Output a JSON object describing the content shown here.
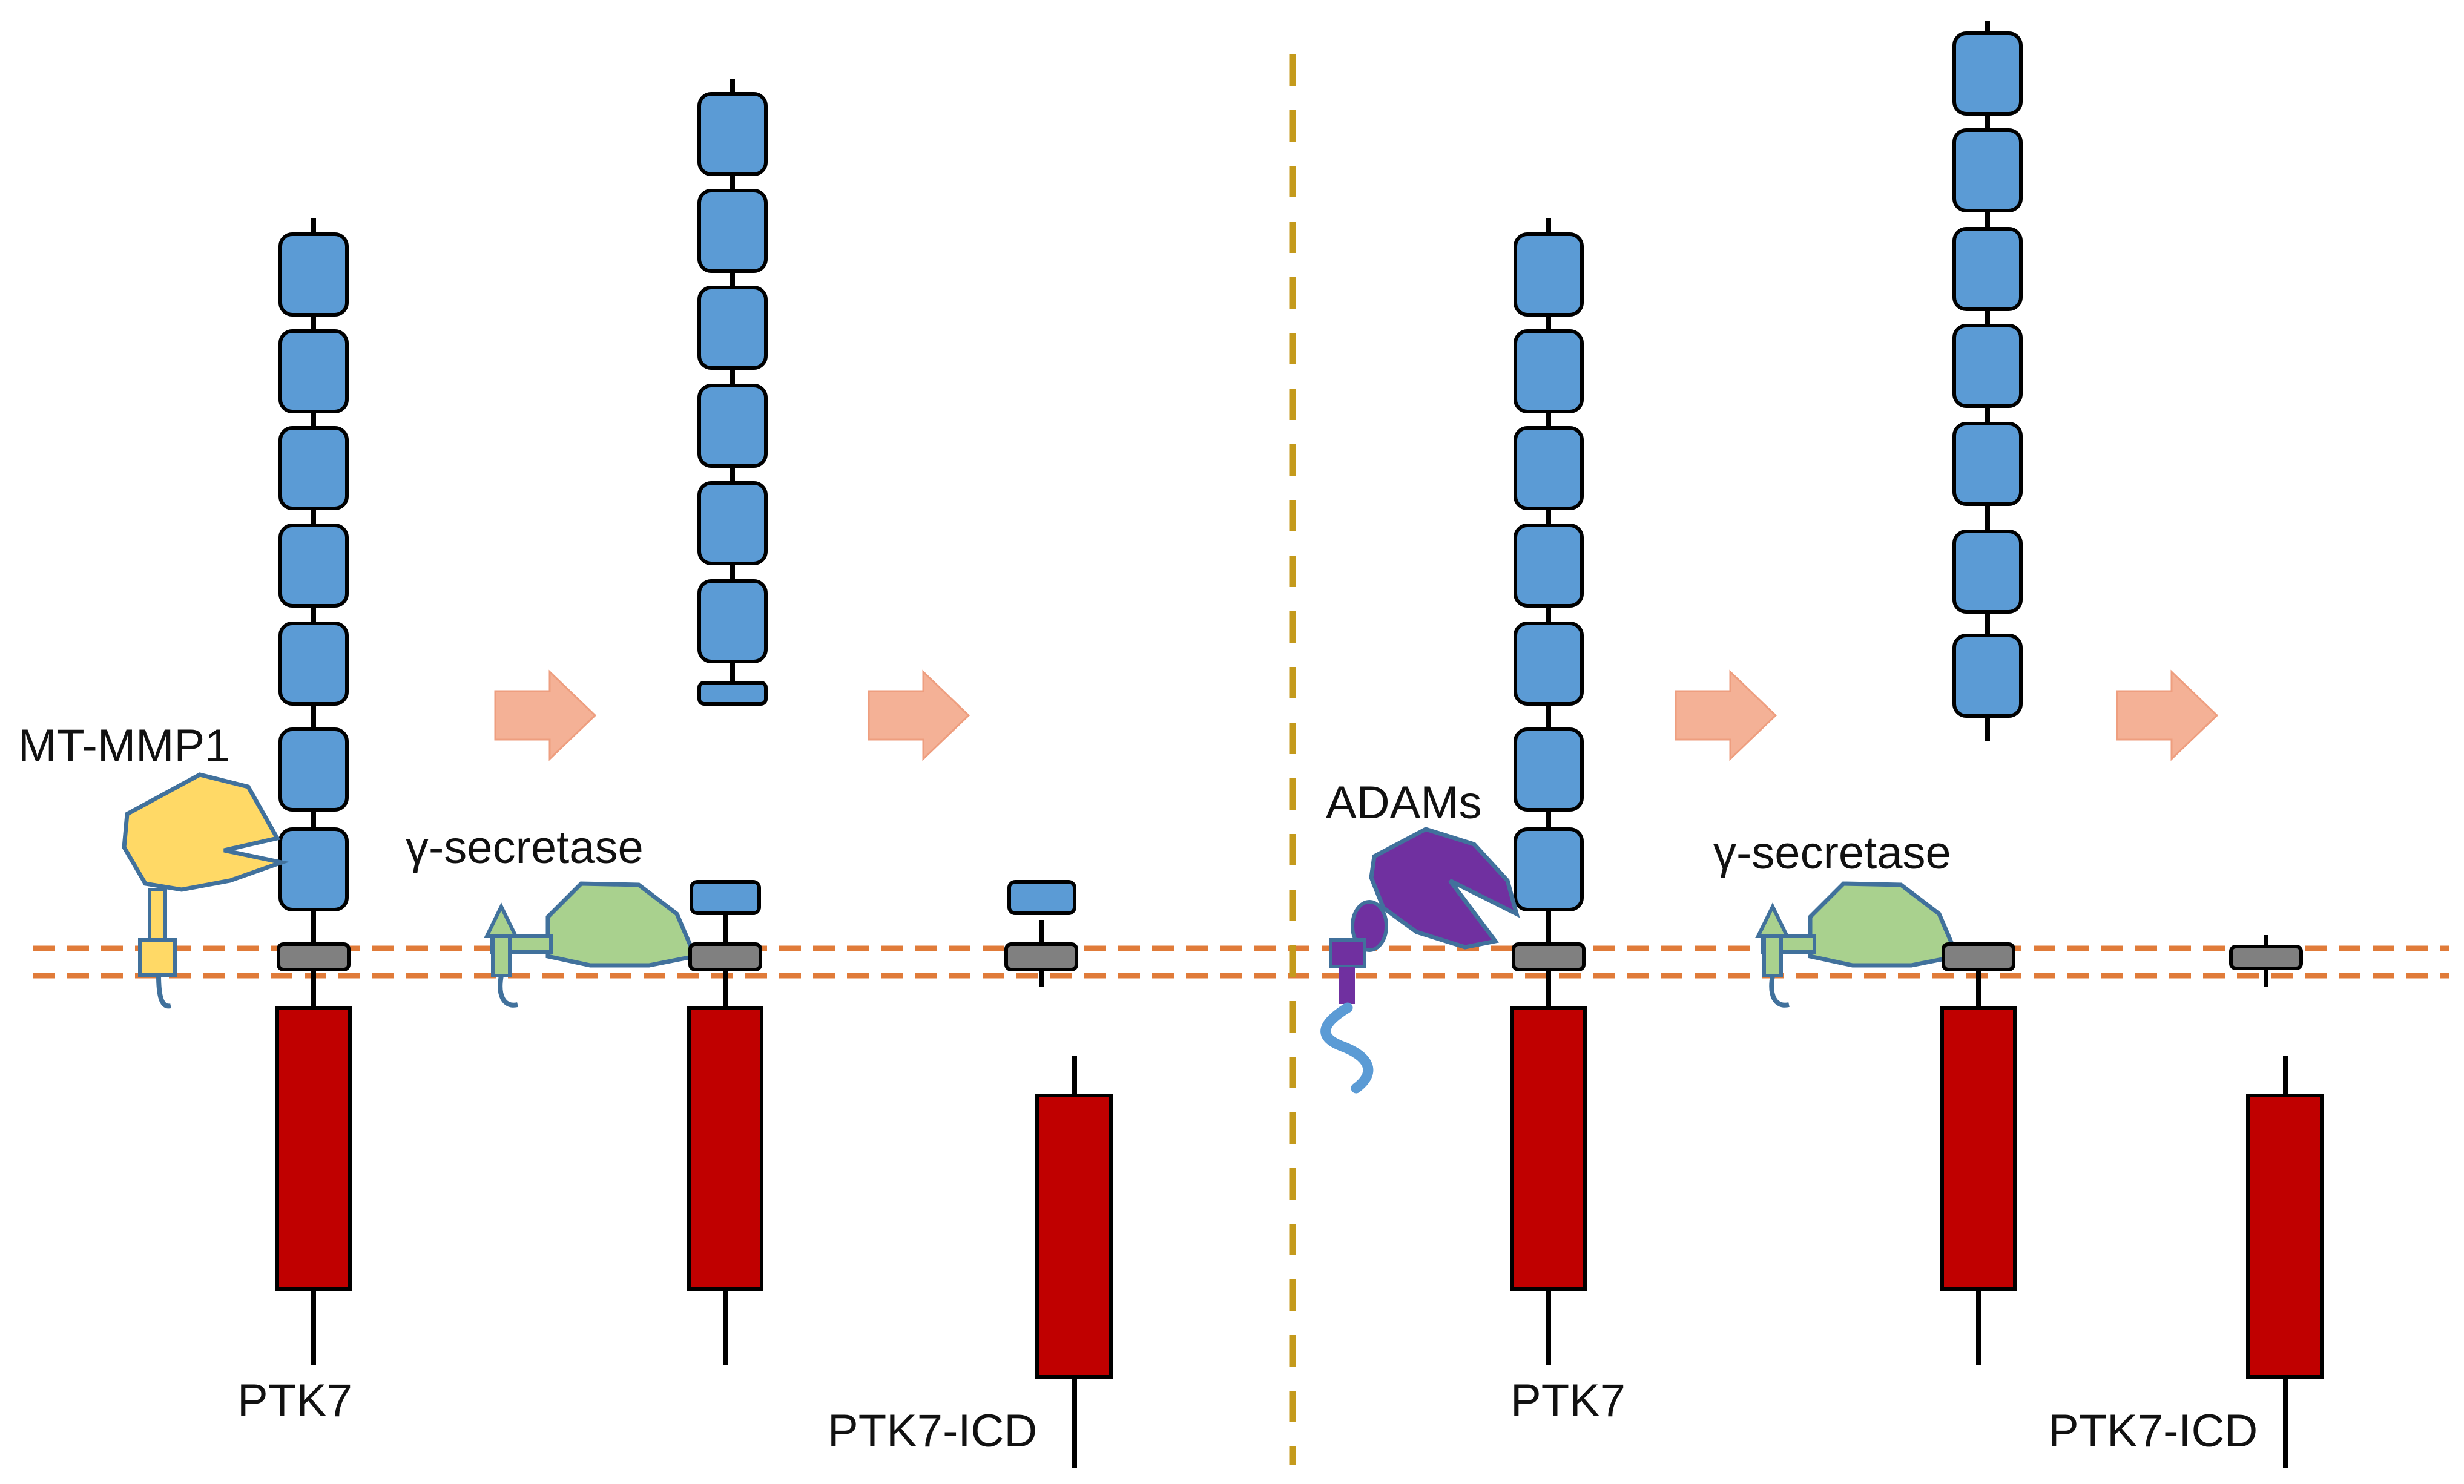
{
  "labels": {
    "mt_mmp1": "MT-MMP1",
    "gamma_secretase_left": "γ-secretase",
    "ptk7_left": "PTK7",
    "ptk7_icd_left": "PTK7-ICD",
    "adams": "ADAMs",
    "gamma_secretase_right": "γ-secretase",
    "ptk7_right": "PTK7",
    "ptk7_icd_right": "PTK7-ICD"
  },
  "colors": {
    "ig_domain": "#5b9bd5",
    "transmembrane": "#808080",
    "kinase_domain": "#c00000",
    "membrane": "#e07b39",
    "divider": "#c49a1c",
    "arrow": "#f4b196",
    "mt_mmp1": "#ffd966",
    "gamma_secretase": "#a9d18e",
    "adams": "#7030a0",
    "outline": "#41719c"
  },
  "icons": {
    "arrow": "right-block-arrow",
    "mt_mmp1": "protease-pac-shape",
    "gamma_secretase": "secretase-complex",
    "adams": "adam-protease"
  }
}
